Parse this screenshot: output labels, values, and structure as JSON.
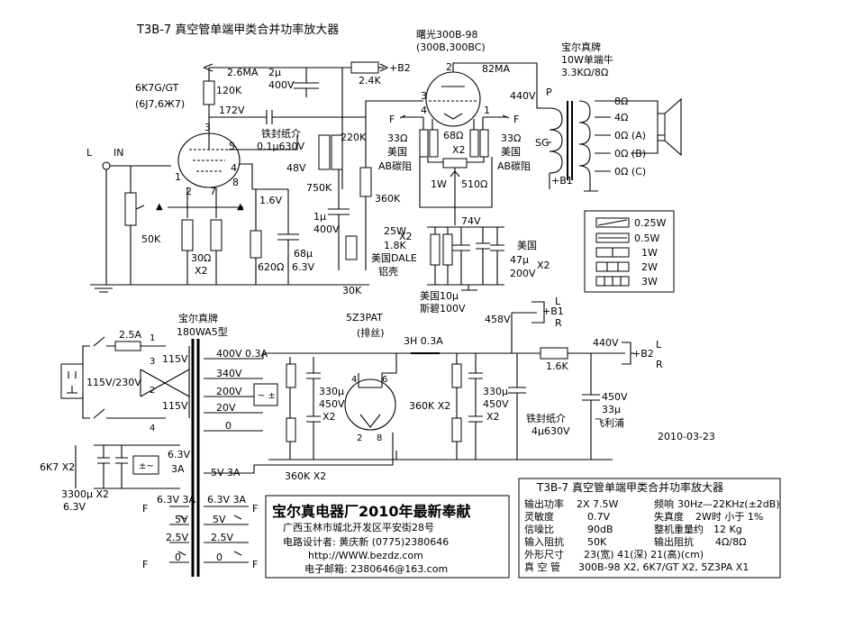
{
  "title": "T3B-7 真空管单端甲类合并功率放大器",
  "top": {
    "output_tube": "曙光300B-98",
    "output_tube_alt": "(300B,300BC)",
    "transformer_brand": "宝尔真牌",
    "transformer_spec": "10W单端牛",
    "transformer_imp": "3.3KΩ/8Ω",
    "driver_tube": "6K7G/GT",
    "driver_alt": "(6J7,6Ж7)",
    "v_2_6ma": "2.6MA",
    "r120k": "120K",
    "c2u": "2μ",
    "c2u_v": "400V",
    "r2_4k": "2.4K",
    "b2_label": "+B2",
    "ma82": "82MA",
    "v440": "440V",
    "v172": "172V",
    "paper_cap": "铁封纸介",
    "paper_cap_val": "0.1μ630V",
    "r220k": "220K",
    "v48": "48V",
    "r750k": "750K",
    "r360k": "360K",
    "c1u": "1μ",
    "c1u_v": "400V",
    "v1_6": "1.6V",
    "c68u": "68μ",
    "c68u_v": "6.3V",
    "r620": "620Ω",
    "r30": "30Ω",
    "x2": "X2",
    "r50k": "50K",
    "r30k": "30K",
    "in_label": "IN",
    "l_label": "L",
    "pin1": "1",
    "pin2": "2",
    "pin3": "3",
    "pin4": "4",
    "pin5": "5",
    "pin7": "7",
    "pin8": "8",
    "f_label": "F",
    "r33_left": "33Ω",
    "r33_right": "33Ω",
    "r68": "68Ω",
    "mei_guo": "美国",
    "ab_r": "AB碳阻",
    "pot_label": "1W",
    "pot_val": "510Ω",
    "r25w": "25W",
    "r1_8k": "1.8K",
    "dale": "美国DALE",
    "lvke": "铝壳",
    "v74": "74V",
    "c47u": "47μ",
    "c47u_v": "200V",
    "c10u": "美国10μ",
    "c10u_v": "斯碧100V",
    "p_label": "P",
    "sg_label": "SG",
    "b1_label": "+B1",
    "tap8": "8Ω",
    "tap4": "4Ω",
    "tap0a": "0Ω (A)",
    "tap0b": "0Ω (B)",
    "tap0c": "0Ω (C)"
  },
  "legend": [
    {
      "label": "0.25W"
    },
    {
      "label": "0.5W"
    },
    {
      "label": "1W"
    },
    {
      "label": "2W"
    },
    {
      "label": "3W"
    }
  ],
  "psu": {
    "transformer_brand": "宝尔真牌",
    "transformer_model": "180WA5型",
    "fuse": "2.5A",
    "v115a": "115V",
    "v115b": "115V",
    "v115_230": "115V/230V",
    "n1": "1",
    "n2": "2",
    "n3": "3",
    "n4": "4",
    "sec_400": "400V 0.3A",
    "sec_340": "340V",
    "sec_200": "200V",
    "sec_20": "20V",
    "sec_0": "0",
    "sec_5v": "5V  3A",
    "sec_63": "6.3V",
    "sec_3a": "3A",
    "rect_tube": "5Z3PAT",
    "rect_note": "(排丝)",
    "choke": "3H 0.3A",
    "c330": "330μ",
    "c330_v": "450V",
    "x2": "X2",
    "r360k_x2": "360K X2",
    "r360k_x2b": "360K X2",
    "c4u_label": "铁封纸介",
    "c4u_val": "4μ630V",
    "v458": "458V",
    "b1": "+B1",
    "r1_6k": "1.6K",
    "v440": "440V",
    "b2": "+B2",
    "c33u_v": "450V",
    "c33u": "33μ",
    "philips": "飞利浦",
    "lr_l": "L",
    "lr_r": "R",
    "date": "2010-03-23",
    "k6k7": "6K7 X2",
    "c3300": "3300μ X2",
    "c3300_v": "6.3V",
    "fil_63_3a": "6.3V 3A",
    "fil_63_3a_b": "6.3V 3A",
    "fil_5v": "5V",
    "fil_2_5v": "2.5V",
    "fil_0": "0",
    "f": "F",
    "pin4": "4",
    "pin6": "6",
    "pin2": "2",
    "pin8": "8"
  },
  "factory": {
    "name": "宝尔真电器厂2010年最新奉献",
    "address": "广西玉林市城北开发区平安街28号",
    "designer": "电路设计者: 黄庆新   (0775)2380646",
    "website": "http://WWW.bezdz.com",
    "email": "电子邮箱: 2380646@163.com"
  },
  "spec_table": {
    "title": "T3B-7 真空管单端甲类合并功率放大器",
    "rows": [
      {
        "k1": "输出功率",
        "v1": "2X  7.5W",
        "k2": "频响",
        "v2": "30Hz—22KHz(±2dB)"
      },
      {
        "k1": "灵敏度",
        "v1": "0.7V",
        "k2": "失真度",
        "v2": "2W时  小于 1%"
      },
      {
        "k1": "信噪比",
        "v1": "90dB",
        "k2": "整机重量约",
        "v2": "12 Kg"
      },
      {
        "k1": "输入阻抗",
        "v1": "50K",
        "k2": "输出阻抗",
        "v2": "4Ω/8Ω"
      },
      {
        "k1": "外形尺寸",
        "v1": "23(宽) 41(深) 21(高)(cm)",
        "k2": "",
        "v2": ""
      },
      {
        "k1": "真 空 管",
        "v1": "300B-98 X2, 6K7/GT X2, 5Z3PA X1",
        "k2": "",
        "v2": ""
      }
    ]
  }
}
